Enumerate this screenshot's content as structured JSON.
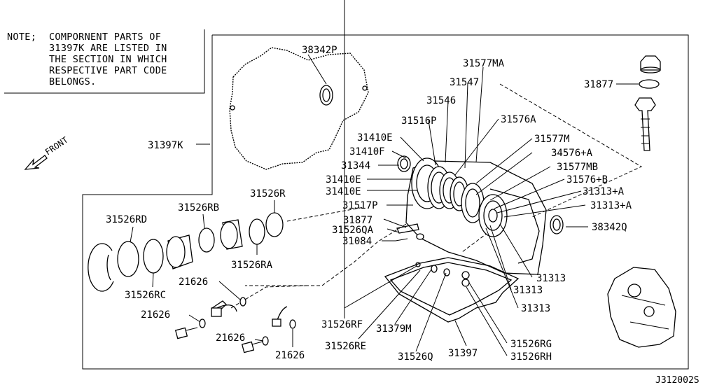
{
  "note": {
    "header": "NOTE;",
    "lines": [
      "COMPORNENT PARTS OF",
      "31397K ARE LISTED IN",
      "THE SECTION IN WHICH",
      "RESPECTIVE PART CODE",
      "BELONGS."
    ]
  },
  "front_label": "FRONT",
  "diagram_code": "J312002S",
  "callouts": {
    "p38342P": "38342P",
    "p31577MA": "31577MA",
    "p31877_top": "31877",
    "p31547": "31547",
    "p31546": "31546",
    "p31516P": "31516P",
    "p31576A": "31576A",
    "p31410E_1": "31410E",
    "p31577M": "31577M",
    "p31410F": "31410F",
    "p34576A": "34576+A",
    "p31344": "31344",
    "p31577MB": "31577MB",
    "p31410E_2": "31410E",
    "p31576B": "31576+B",
    "p31410E_3": "31410E",
    "p31313A_1": "31313+A",
    "p31517P": "31517P",
    "p31313A_2": "31313+A",
    "p31397K": "31397K",
    "p31526R": "31526R",
    "p31526RB": "31526RB",
    "p31526RD": "31526RD",
    "p31877_mid": "31877",
    "p31526QA": "31526QA",
    "p38342Q": "38342Q",
    "p31084": "31084",
    "p31526RA": "31526RA",
    "p31313_1": "31313",
    "p31526RC": "31526RC",
    "p21626_1": "21626",
    "p31313_2": "31313",
    "p21626_2": "21626",
    "p31313_3": "31313",
    "p31526RF": "31526RF",
    "p31379M": "31379M",
    "p21626_3": "21626",
    "p31526RE": "31526RE",
    "p31526RG": "31526RG",
    "p31397": "31397",
    "p21626_4": "21626",
    "p31526Q": "31526Q",
    "p31526RH": "31526RH"
  }
}
